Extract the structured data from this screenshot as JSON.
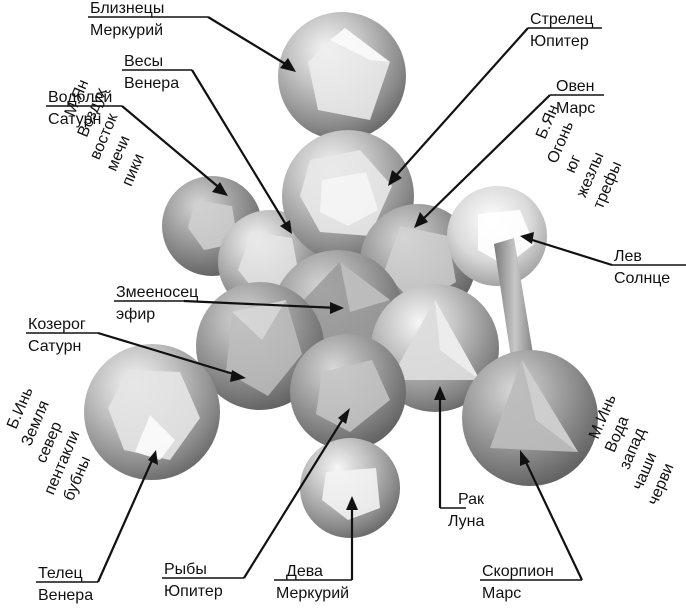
{
  "labels": {
    "gemini": [
      "Близнецы",
      "Меркурий"
    ],
    "sagittarius": [
      "Стрелец",
      "Юпитер"
    ],
    "libra": [
      "Весы",
      "Венера"
    ],
    "aries": [
      "Овен",
      "Марс"
    ],
    "aquarius": [
      "Водолей",
      "Сатурн"
    ],
    "leo": [
      "Лев",
      "Солнце"
    ],
    "ophiuchus": [
      "Змееносец",
      "эфир"
    ],
    "capricorn": [
      "Козерог",
      "Сатурн"
    ],
    "cancer": [
      "Рак",
      "Луна"
    ],
    "taurus": [
      "Телец",
      "Венера"
    ],
    "pisces": [
      "Рыбы",
      "Юпитер"
    ],
    "virgo": [
      "Дева",
      "Меркурий"
    ],
    "scorpio": [
      "Скорпион",
      "Марс"
    ]
  },
  "quadrants": {
    "air": [
      "М.Ян",
      "Воздух",
      "восток",
      "мечи",
      "пики"
    ],
    "fire": [
      "Б.Ян",
      "Огонь",
      "юг",
      "жезлы",
      "трефы"
    ],
    "earth": [
      "Б.Инь",
      "Земля",
      "север",
      "пентакли",
      "бубны"
    ],
    "water": [
      "М.Инь",
      "Вода",
      "запад",
      "чаши",
      "черви"
    ]
  },
  "colors": {
    "sphere_light": "#f4f4f4",
    "sphere_mid": "#b4b4b4",
    "sphere_dark": "#6e6e6e",
    "solid_face": "#dcdcdc",
    "line": "#111111"
  }
}
